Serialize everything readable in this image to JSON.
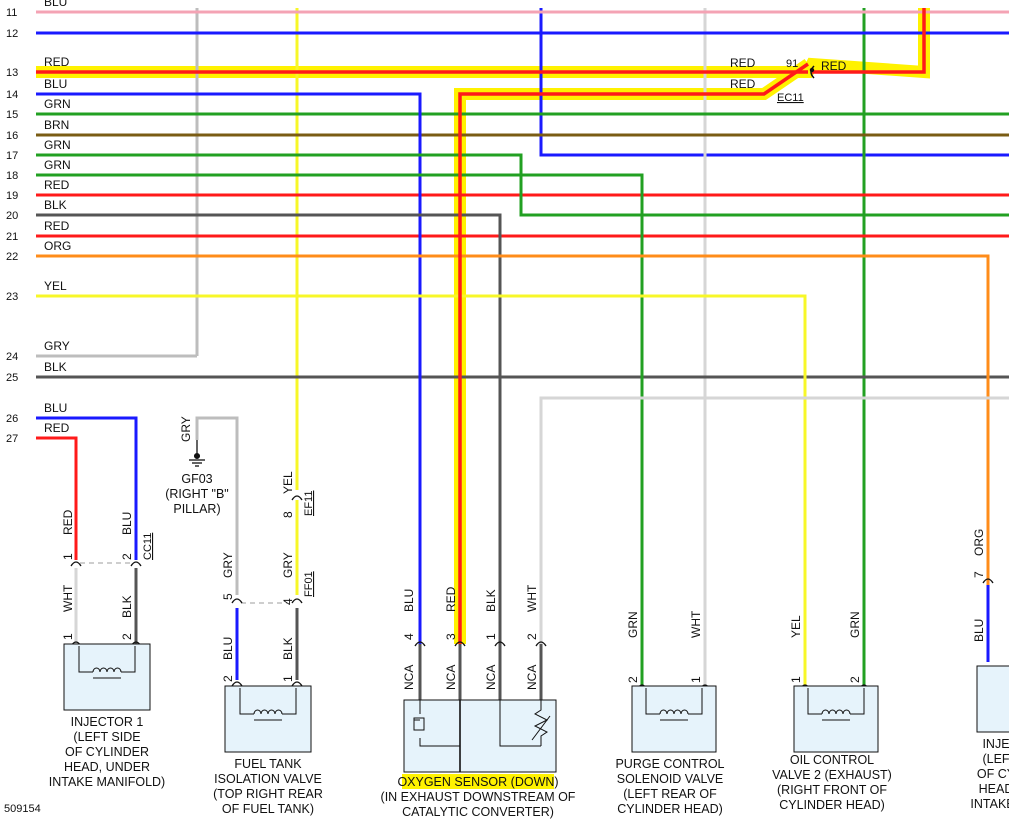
{
  "document_id": "509154",
  "colors": {
    "BLU": "#1a1aff",
    "RED": "#ff1a1a",
    "GRN": "#22a022",
    "BRN": "#7a5c14",
    "BLK": "#555555",
    "ORG": "#ff8c1a",
    "YEL": "#f7f728",
    "GRY": "#bdbdbd",
    "WHT": "#d6d6d6",
    "PNK": "#f4a3b4",
    "highlight": "#fff200",
    "component_fill": "#e6f3fb"
  },
  "rows": [
    {
      "num": "11",
      "label": "BLU",
      "color": "PNK"
    },
    {
      "num": "12",
      "label": "",
      "color": "BLU"
    },
    {
      "num": "13",
      "label": "RED",
      "color": "RED"
    },
    {
      "num": "14",
      "label": "BLU",
      "color": "BLU"
    },
    {
      "num": "15",
      "label": "GRN",
      "color": "GRN"
    },
    {
      "num": "16",
      "label": "BRN",
      "color": "BRN"
    },
    {
      "num": "17",
      "label": "GRN",
      "color": "GRN"
    },
    {
      "num": "18",
      "label": "GRN",
      "color": "GRN"
    },
    {
      "num": "19",
      "label": "RED",
      "color": "RED"
    },
    {
      "num": "20",
      "label": "BLK",
      "color": "BLK"
    },
    {
      "num": "21",
      "label": "RED",
      "color": "RED"
    },
    {
      "num": "22",
      "label": "ORG",
      "color": "ORG"
    },
    {
      "num": "23",
      "label": "YEL",
      "color": "YEL"
    },
    {
      "num": "24",
      "label": "GRY",
      "color": "GRY"
    },
    {
      "num": "25",
      "label": "BLK",
      "color": "BLK"
    },
    {
      "num": "26",
      "label": "BLU",
      "color": "BLU"
    },
    {
      "num": "27",
      "label": "RED",
      "color": "RED"
    }
  ],
  "splice": {
    "pin": "91",
    "connector": "EC11",
    "label_in": "RED",
    "label_out_top": "RED",
    "label_out_bottom": "RED"
  },
  "ground": {
    "pin_label": "GRY",
    "id": "GF03",
    "location": [
      "(RIGHT \"B\"",
      "PILLAR)"
    ]
  },
  "wire_labels": [
    "YEL",
    "8",
    "EF11",
    "RED",
    "1",
    "WHT",
    "1",
    "BLU",
    "2",
    "CC11",
    "BLK",
    "2",
    "GRY",
    "5",
    "BLU",
    "2",
    "GRY",
    "4",
    "FF01",
    "BLK",
    "1",
    "BLU",
    "4",
    "NCA",
    "RED",
    "3",
    "NCA",
    "BLK",
    "1",
    "NCA",
    "WHT",
    "2",
    "NCA",
    "GRN",
    "2",
    "WHT",
    "1",
    "YEL",
    "1",
    "GRN",
    "2",
    "ORG",
    "7",
    "BLU"
  ],
  "components": [
    {
      "name": [
        "INJECTOR 1",
        "(LEFT SIDE",
        "OF CYLINDER",
        "HEAD, UNDER",
        "INTAKE MANIFOLD)"
      ]
    },
    {
      "name": [
        "FUEL TANK",
        "ISOLATION VALVE",
        "(TOP RIGHT REAR",
        "OF FUEL TANK)"
      ]
    },
    {
      "name": [
        "OXYGEN SENSOR (DOWN)",
        "(IN EXHAUST DOWNSTREAM OF",
        "CATALYTIC CONVERTER)"
      ]
    },
    {
      "name": [
        "PURGE CONTROL",
        "SOLENOID VALVE",
        "(LEFT REAR OF",
        "CYLINDER HEAD)"
      ]
    },
    {
      "name": [
        "OIL CONTROL",
        "VALVE 2 (EXHAUST)",
        "(RIGHT FRONT OF",
        "CYLINDER HEAD)"
      ]
    },
    {
      "name": [
        "INJE",
        "(LEF",
        "OF CY",
        "HEAD",
        "INTAKE I"
      ]
    }
  ]
}
